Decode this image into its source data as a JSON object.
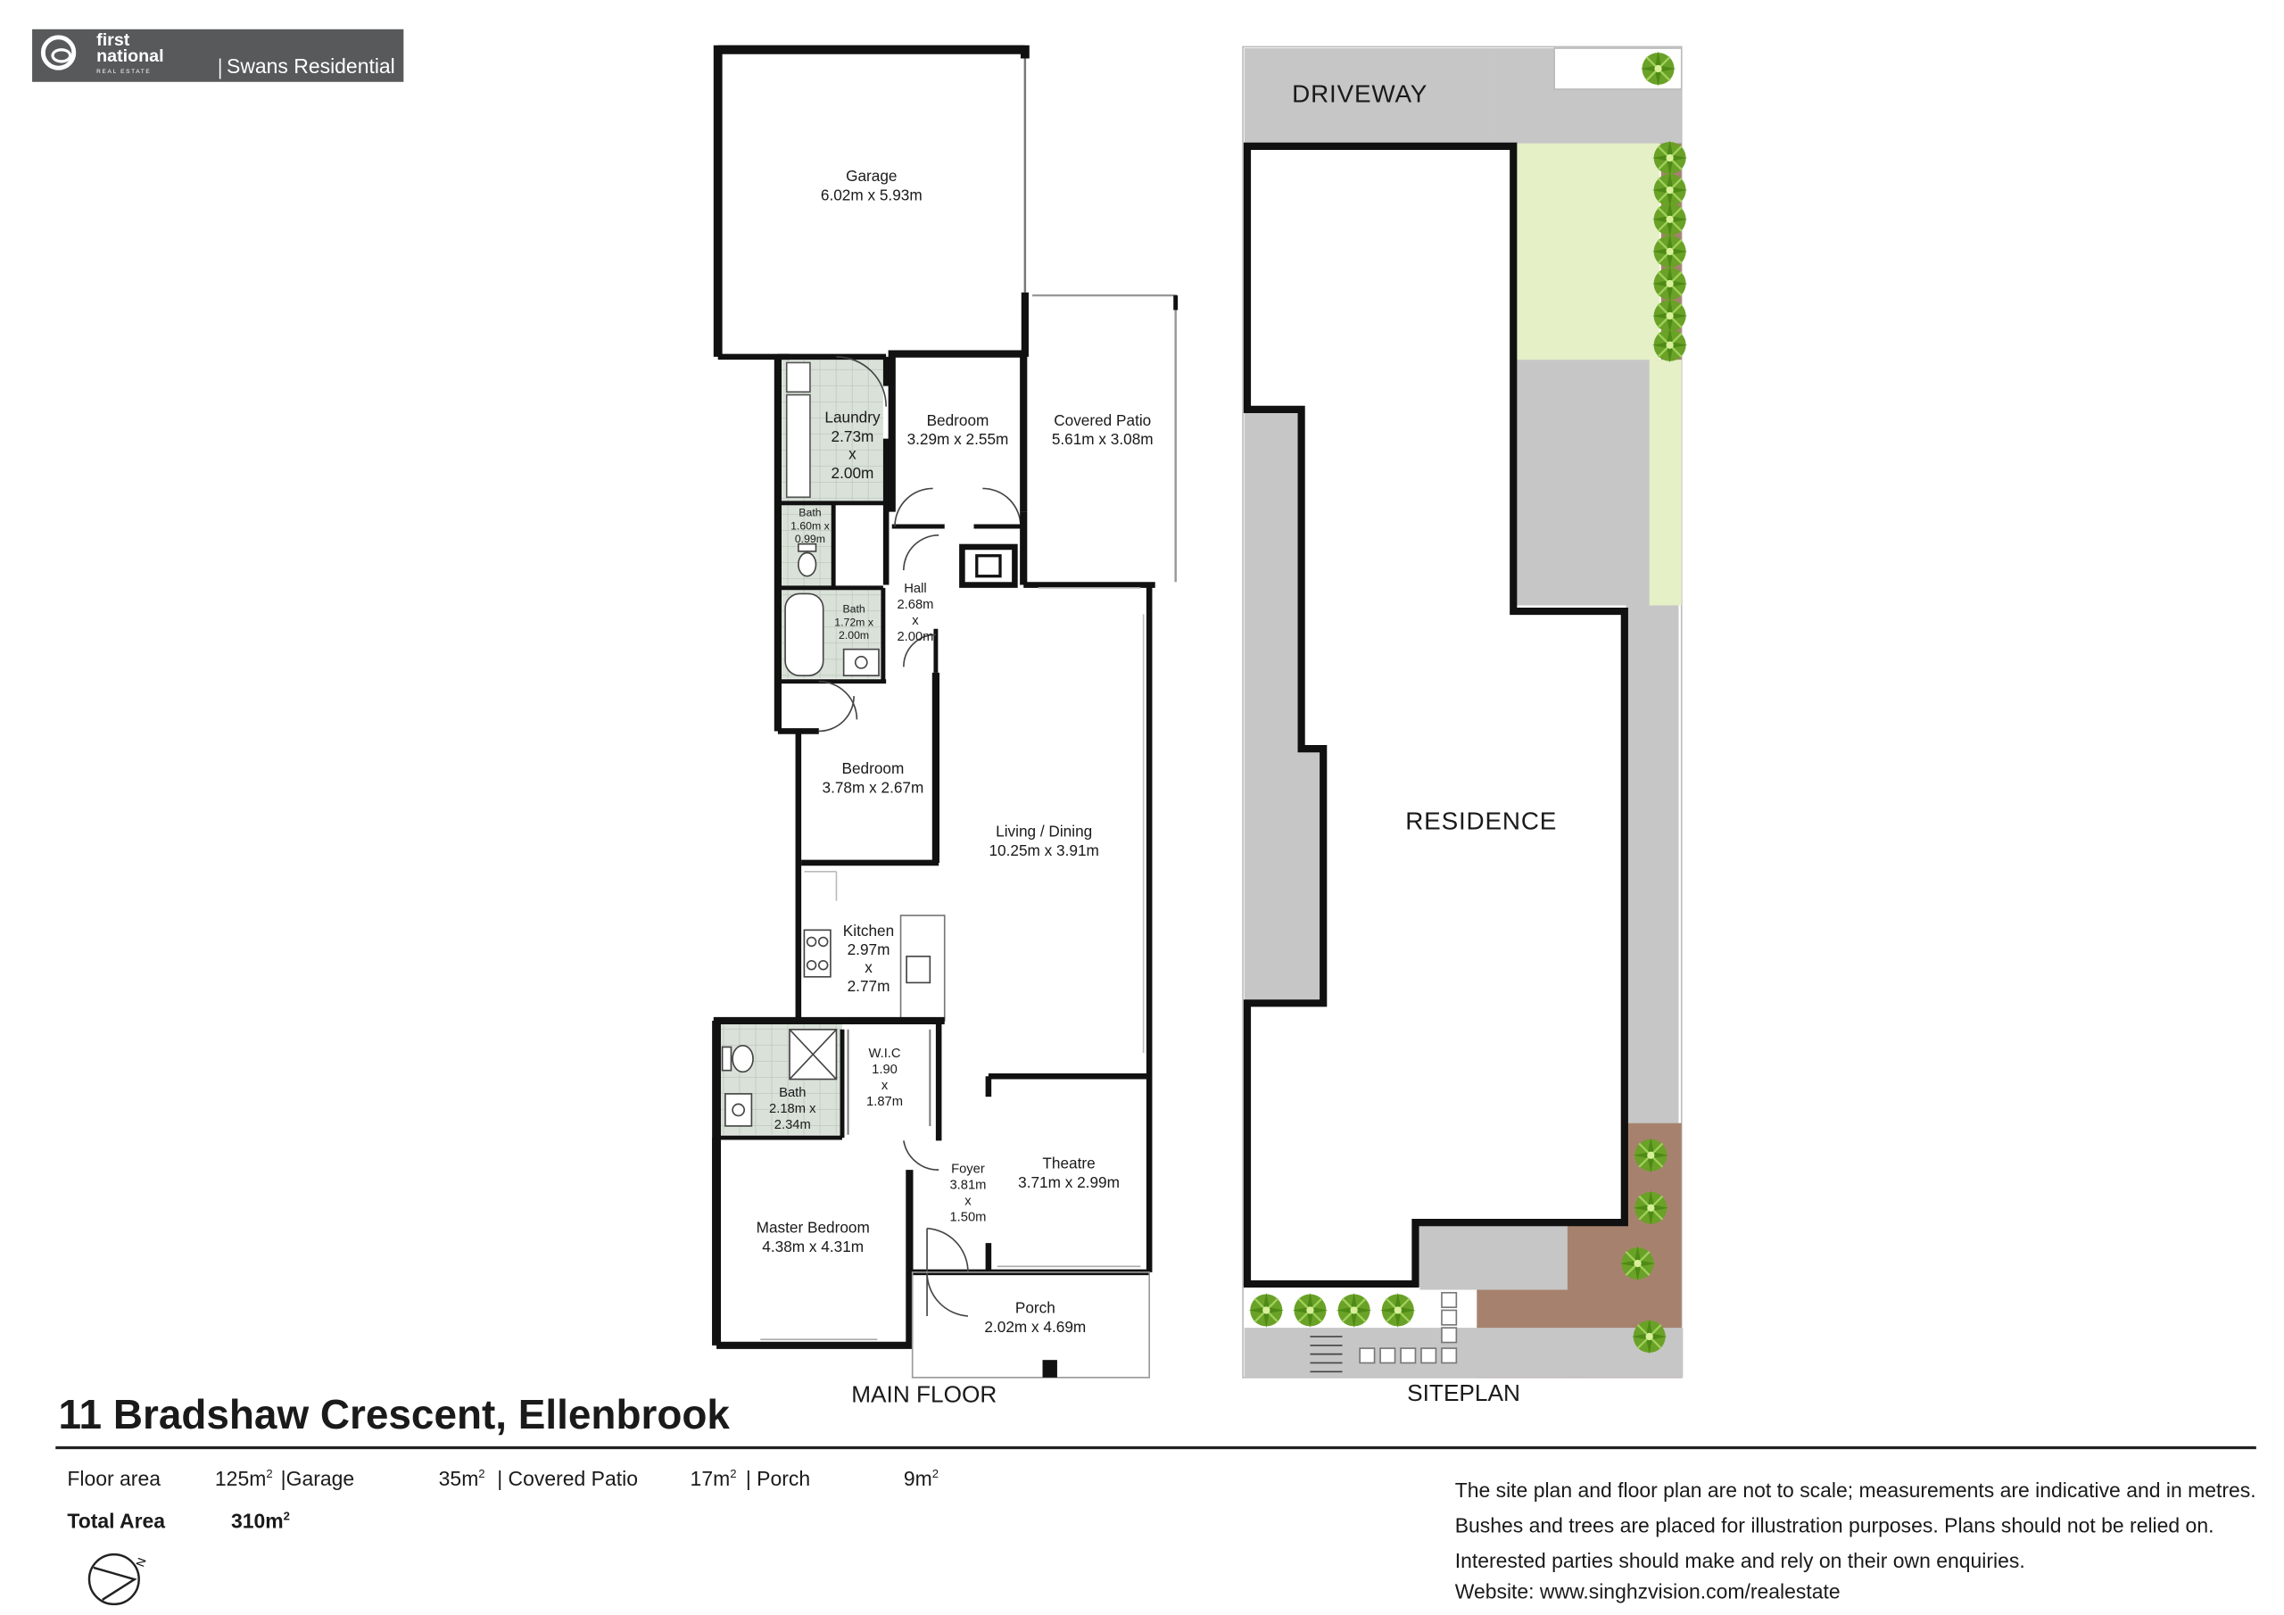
{
  "brand": {
    "logo_line1": "first",
    "logo_line2": "national",
    "logo_tiny": "REAL ESTATE",
    "office": "Swans Residential"
  },
  "main_floor": {
    "caption": "MAIN FLOOR",
    "rooms": {
      "garage": {
        "name": "Garage",
        "dims": "6.02m x 5.93m"
      },
      "laundry": {
        "name": "Laundry",
        "l1": "2.73m",
        "l2": "x",
        "l3": "2.00m"
      },
      "bedroom_top": {
        "name": "Bedroom",
        "dims": "3.29m x 2.55m"
      },
      "covered_patio": {
        "name": "Covered Patio",
        "dims": "5.61m x 3.08m"
      },
      "bath_small": {
        "name": "Bath",
        "l1": "1.60m x",
        "l2": "0.99m"
      },
      "bath_mid": {
        "name": "Bath",
        "l1": "1.72m x",
        "l2": "2.00m"
      },
      "hall": {
        "name": "Hall",
        "l1": "2.68m",
        "l2": "x",
        "l3": "2.00m"
      },
      "bedroom_mid": {
        "name": "Bedroom",
        "dims": "3.78m x 2.67m"
      },
      "living": {
        "name": "Living / Dining",
        "dims": "10.25m x 3.91m"
      },
      "kitchen": {
        "name": "Kitchen",
        "l1": "2.97m",
        "l2": "x",
        "l3": "2.77m"
      },
      "wic": {
        "name": "W.I.C",
        "l1": "1.90",
        "l2": "x",
        "l3": "1.87m"
      },
      "bath_ensuite": {
        "name": "Bath",
        "l1": "2.18m x",
        "l2": "2.34m"
      },
      "foyer": {
        "name": "Foyer",
        "l1": "3.81m",
        "l2": "x",
        "l3": "1.50m"
      },
      "theatre": {
        "name": "Theatre",
        "dims": "3.71m x 2.99m"
      },
      "master": {
        "name": "Master Bedroom",
        "dims": "4.38m x 4.31m"
      },
      "porch": {
        "name": "Porch",
        "dims": "2.02m x 4.69m"
      }
    }
  },
  "site_plan": {
    "caption": "SITEPLAN",
    "driveway": "DRIVEWAY",
    "residence": "RESIDENCE"
  },
  "property": {
    "address": "11 Bradshaw Crescent, Ellenbrook"
  },
  "areas": {
    "floor_label": "Floor area",
    "floor_value": "125m",
    "garage_label": "|Garage",
    "garage_value": "35m",
    "patio_label": "| Covered Patio",
    "patio_value": "17m",
    "porch_label": "| Porch",
    "porch_value": "9m",
    "sup": "2",
    "total_label": "Total Area",
    "total_value": "310m"
  },
  "disclaimer": {
    "line1": "The site plan and floor plan are not to scale; measurements are indicative and in metres.",
    "line2": "Bushes and trees are placed for illustration purposes. Plans should not be relied on.",
    "line3": "Interested parties should make and rely on their own enquiries.",
    "line4": "Website: www.singhzvision.com/realestate"
  },
  "colors": {
    "wall": "#111111",
    "tile": "#d9e1d9",
    "paving": "#c6c6c6",
    "lawn": "#e5f0c6",
    "garden_bed": "#a6826e",
    "shrub": "#6aa127"
  },
  "icons": [
    "logo-mark-icon",
    "north-arrow-icon",
    "shrub-icon",
    "toilet-icon",
    "sink-icon",
    "bathtub-icon",
    "stove-icon",
    "door-swing-icon"
  ]
}
